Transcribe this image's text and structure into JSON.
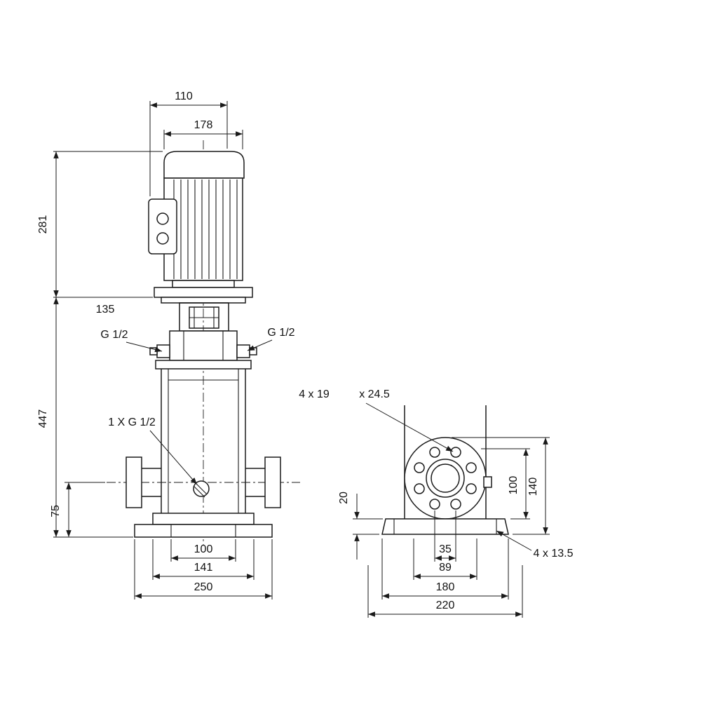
{
  "drawing": {
    "background": "#ffffff",
    "line_color": "#1a1a1a",
    "front_view": {
      "dims": {
        "fan_guard_width": "110",
        "motor_width": "178",
        "motor_height": "281",
        "flange_note": "135",
        "pump_height": "447",
        "port_center_height": "75",
        "base_hole_spacing": "100",
        "flange_width": "141",
        "base_width": "250"
      },
      "labels": {
        "left_port": "G 1/2",
        "right_port": "G 1/2",
        "drain_port": "1 X G 1/2"
      }
    },
    "side_view": {
      "dims": {
        "base_thickness": "20",
        "port_height": "100",
        "flange_top_height": "140",
        "hole_offset": "35",
        "hole_spacing": "89",
        "base_depth": "180",
        "overall_depth": "220"
      },
      "labels": {
        "flange_holes": "4 x 19",
        "flange_holes_depth": "x 24.5",
        "base_holes": "4 x 13.5"
      }
    }
  }
}
